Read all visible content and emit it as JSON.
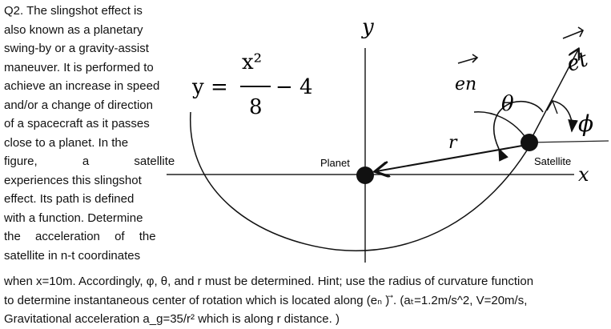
{
  "problem": {
    "lines": [
      "Q2. The slingshot effect is",
      "also known as a planetary",
      "swing-by or a gravity-assist",
      "maneuver. It is performed to",
      "achieve an increase in speed",
      "and/or a change of direction",
      "of a spacecraft as it passes",
      "close to a planet. In the",
      "figure, a satellite",
      "experiences this slingshot",
      "effect. Its path is defined",
      "with a function. Determine",
      "the acceleration of the",
      "satellite in n-t coordinates"
    ],
    "bottom_lines": [
      "when x=10m. Accordingly, φ, θ, and r must be determined. Hint; use the radius of curvature function",
      "to determine instantaneous center of rotation which is located along (eₙ ) ⃗. (aₜ=1.2m/s^2, V=20m/s,",
      "Gravitational acceleration a_g=35/r² which is along r distance. )"
    ]
  },
  "figure": {
    "equation_lhs": "y =",
    "equation_num": "x²",
    "equation_den": "8",
    "equation_tail": "− 4",
    "axis_y_label": "y",
    "axis_x_label": "x",
    "planet_label": "Planet",
    "satellite_label": "Satellite",
    "r_label": "r",
    "en_label": "en",
    "et_label": "et",
    "theta_label": "θ",
    "phi_label": "ϕ"
  }
}
